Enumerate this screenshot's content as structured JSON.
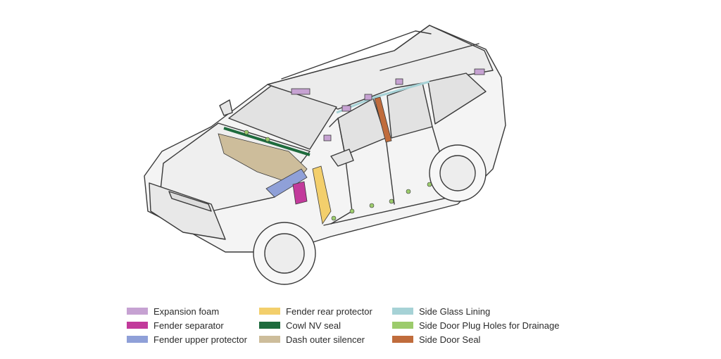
{
  "legend": {
    "col1": [
      {
        "label": "Expansion foam",
        "color": "#c6a2d2"
      },
      {
        "label": "Fender separator",
        "color": "#c23a9b"
      },
      {
        "label": "Fender upper protector",
        "color": "#8fa0d8"
      }
    ],
    "col2": [
      {
        "label": "Fender rear protector",
        "color": "#f3cf6c"
      },
      {
        "label": "Cowl NV seal",
        "color": "#1e6b3d"
      },
      {
        "label": "Dash outer silencer",
        "color": "#cdbd9b"
      }
    ],
    "col3": [
      {
        "label": "Side Glass Lining",
        "color": "#a6d2d6"
      },
      {
        "label": "Side Door Plug Holes for Drainage",
        "color": "#9ccb6c"
      },
      {
        "label": "Side Door Seal",
        "color": "#c06c3c"
      }
    ]
  }
}
